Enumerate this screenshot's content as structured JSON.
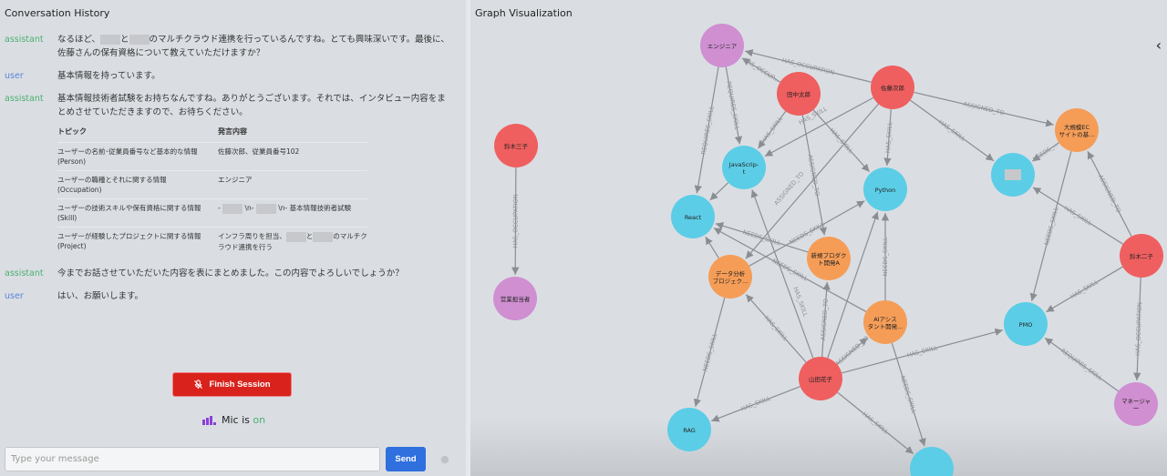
{
  "left": {
    "title": "Conversation History",
    "messages": [
      {
        "role": "assistant",
        "parts": [
          "なるほど、",
          "と",
          "のマルチクラウド連携を行っているんですね。とても興味深いです。最後に、佐藤さんの保有資格について教えていただけますか？"
        ]
      },
      {
        "role": "user",
        "text": "基本情報を持っています。"
      },
      {
        "role": "assistant",
        "text": "基本情報技術者試験をお持ちなんですね。ありがとうございます。それでは、インタビュー内容をまとめさせていただきますので、お待ちください。"
      },
      {
        "role": "assistant",
        "text": "今までお話させていただいた内容を表にまとめました。この内容でよろしいでしょうか？"
      },
      {
        "role": "user",
        "text": "はい、お願いします。"
      }
    ],
    "table": {
      "headers": [
        "トピック",
        "発言内容"
      ],
      "rows": [
        {
          "topic": "ユーザーの名前･従業員番号など基本的な情報",
          "type": "(Person)",
          "content": "佐藤次郎、従業員番号102"
        },
        {
          "topic": "ユーザーの職種とそれに関する情報",
          "type": "(Occupation)",
          "content": "エンジニア"
        },
        {
          "topic": "ユーザーの技術スキルや保有資格に関する情報",
          "type": "(Skill)",
          "c1": "- ",
          "c2": " \\n- ",
          "c3": " \\n- 基本情報技術者試験"
        },
        {
          "topic": "ユーザーが経験したプロジェクトに関する情報",
          "type": "(Project)",
          "c1": "インフラ周りを担当、",
          "c2": "と",
          "c3": "のマルチクラウド連携を行う"
        }
      ]
    },
    "finish_label": "Finish Session",
    "mic_prefix": "Mic is",
    "mic_state": "on",
    "input_placeholder": "Type your message",
    "send_label": "Send"
  },
  "right": {
    "title": "Graph Visualization",
    "collapse_icon": "‹"
  },
  "graph": {
    "colors": {
      "Person": "#ef5f5f",
      "Skill": "#5ccde6",
      "Occupation": "#cf8fd1",
      "Project": "#f59d57"
    },
    "nodes": [
      {
        "id": "eng",
        "label": "エンジニア",
        "type": "Occupation"
      },
      {
        "id": "tanaka",
        "label": "田中太郎",
        "type": "Person"
      },
      {
        "id": "sato",
        "label": "佐藤次郎",
        "type": "Person"
      },
      {
        "id": "ec",
        "label": "大規模EC|サイトの基...",
        "type": "Project"
      },
      {
        "id": "hidden",
        "label": "",
        "type": "Skill"
      },
      {
        "id": "js",
        "label": "JavaScrip-|t",
        "type": "Skill"
      },
      {
        "id": "py",
        "label": "Python",
        "type": "Skill"
      },
      {
        "id": "react",
        "label": "React",
        "type": "Skill"
      },
      {
        "id": "suzuki3",
        "label": "鈴木三子",
        "type": "Person"
      },
      {
        "id": "sales",
        "label": "営業担当者",
        "type": "Occupation"
      },
      {
        "id": "newprod",
        "label": "新規プロダク|ト開発A",
        "type": "Project"
      },
      {
        "id": "data",
        "label": "データ分析|プロジェク...",
        "type": "Project"
      },
      {
        "id": "suzuki2",
        "label": "鈴木二子",
        "type": "Person"
      },
      {
        "id": "ai",
        "label": "AIアシス|タント開発...",
        "type": "Project"
      },
      {
        "id": "pmo",
        "label": "PMO",
        "type": "Skill"
      },
      {
        "id": "yamada",
        "label": "山田花子",
        "type": "Person"
      },
      {
        "id": "rag",
        "label": "RAG",
        "type": "Skill"
      },
      {
        "id": "mgr",
        "label": "マネージャ|ー",
        "type": "Occupation"
      },
      {
        "id": "bottom",
        "label": "",
        "type": "Skill"
      }
    ],
    "edges": [
      {
        "s": "sato",
        "t": "eng",
        "label": "HAS_OCCUPATION"
      },
      {
        "s": "tanaka",
        "t": "eng",
        "label": "HAS_OCCUP..."
      },
      {
        "s": "eng",
        "t": "react",
        "label": "REQUIRES_SKILL"
      },
      {
        "s": "eng",
        "t": "js",
        "label": "REQUIRES_SKILL"
      },
      {
        "s": "tanaka",
        "t": "js",
        "label": "HAS_SKILL"
      },
      {
        "s": "tanaka",
        "t": "py",
        "label": "HAS_SKILL"
      },
      {
        "s": "tanaka",
        "t": "newprod",
        "label": "ASSIGNED_TO"
      },
      {
        "s": "sato",
        "t": "py",
        "label": "HAS_SKILL"
      },
      {
        "s": "sato",
        "t": "js",
        "label": "HAS_SKILL"
      },
      {
        "s": "sato",
        "t": "ec",
        "label": "ASSIGNED_TO"
      },
      {
        "s": "sato",
        "t": "hidden",
        "label": "HAS_SKILL"
      },
      {
        "s": "sato",
        "t": "data",
        "label": "ASSIGNED_TO"
      },
      {
        "s": "ec",
        "t": "hidden",
        "label": "NEEDS_..."
      },
      {
        "s": "ec",
        "t": "pmo",
        "label": "NEEDS_SKILL"
      },
      {
        "s": "suzuki2",
        "t": "ec",
        "label": "ASSIGNED_TO"
      },
      {
        "s": "suzuki2",
        "t": "hidden",
        "label": "HAS_SKILL"
      },
      {
        "s": "suzuki2",
        "t": "pmo",
        "label": "HAS_SKILL"
      },
      {
        "s": "suzuki2",
        "t": "mgr",
        "label": "HAS_OCCUPATION"
      },
      {
        "s": "mgr",
        "t": "pmo",
        "label": "REQUIRES_SKILL"
      },
      {
        "s": "js",
        "t": "react",
        "label": ""
      },
      {
        "s": "newprod",
        "t": "react",
        "label": "NEEDS_SKILL"
      },
      {
        "s": "data",
        "t": "react",
        "label": ""
      },
      {
        "s": "data",
        "t": "py",
        "label": "NEEDS_SKILL"
      },
      {
        "s": "data",
        "t": "rag",
        "label": "NEEDS_SKILL"
      },
      {
        "s": "ai",
        "t": "py",
        "label": "NEEDS_SKILL"
      },
      {
        "s": "ai",
        "t": "react",
        "label": "NEEDS_SKILL"
      },
      {
        "s": "ai",
        "t": "bottom",
        "label": "NEEDS_SKILL"
      },
      {
        "s": "yamada",
        "t": "newprod",
        "label": "ASSIGNED_TO"
      },
      {
        "s": "yamada",
        "t": "ai",
        "label": "ASSIGNED_TO"
      },
      {
        "s": "yamada",
        "t": "data",
        "label": "HAS_SKILL"
      },
      {
        "s": "yamada",
        "t": "js",
        "label": "HAS_SKILL"
      },
      {
        "s": "yamada",
        "t": "py",
        "label": ""
      },
      {
        "s": "yamada",
        "t": "pmo",
        "label": "HAS_SKILL"
      },
      {
        "s": "yamada",
        "t": "rag",
        "label": "HAS_SKILL"
      },
      {
        "s": "yamada",
        "t": "bottom",
        "label": "HAS_SKILL"
      },
      {
        "s": "suzuki3",
        "t": "sales",
        "label": "HAS_OCCUPATION"
      }
    ]
  }
}
